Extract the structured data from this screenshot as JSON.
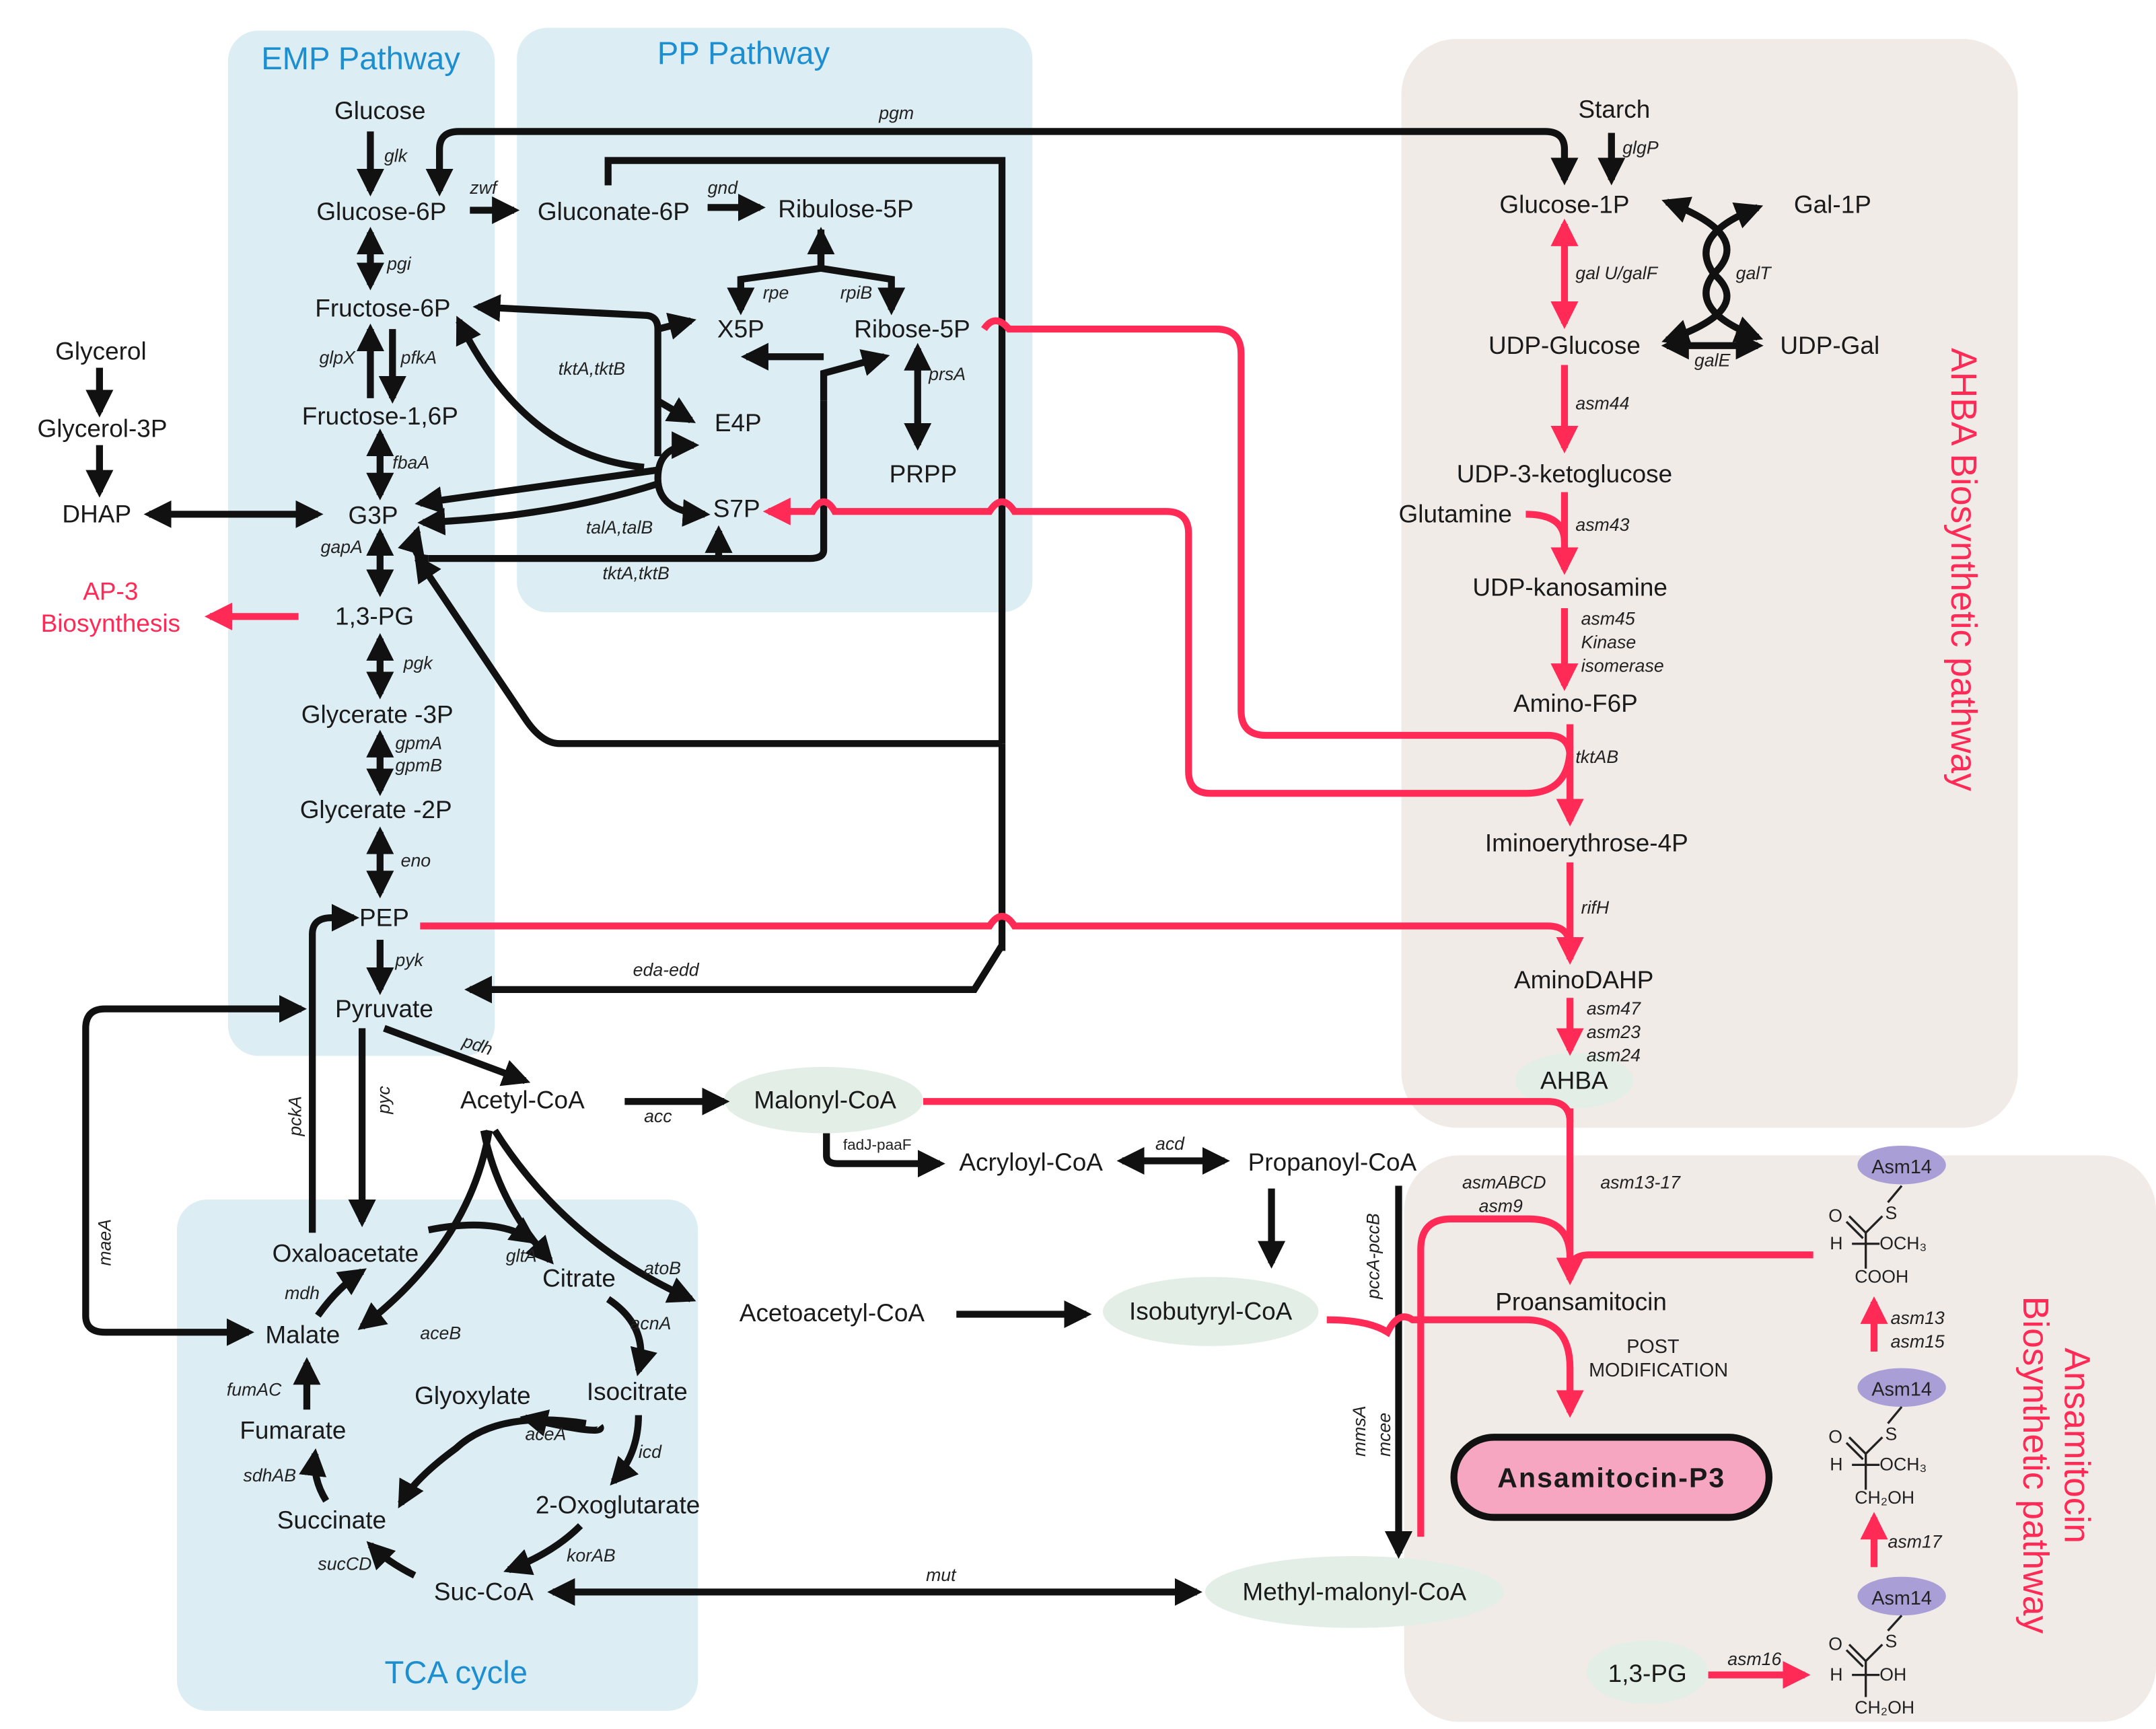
{
  "colors": {
    "blue_panel": "#dcedf3",
    "beige_panel": "#f1ebe8",
    "red": "#ff2a55",
    "green_pill": "#e3efe6",
    "purple_pill": "#a99fd6",
    "product_fill": "#f6a6c0"
  },
  "panels": {
    "emp": "EMP Pathway",
    "pp": "PP  Pathway",
    "tca": "TCA cycle",
    "ahba": "AHBA Biosynthetic pathway",
    "ansa_1": "Ansamitocin",
    "ansa_2": "Biosynthetic pathway"
  },
  "nodes": {
    "glucose": "Glucose",
    "glucose6p": "Glucose-6P",
    "gluconate6p": "Gluconate-6P",
    "ribulose5p": "Ribulose-5P",
    "fructose6p": "Fructose-6P",
    "x5p": "X5P",
    "ribose5p": "Ribose-5P",
    "glycerol": "Glycerol",
    "glycerol3p": "Glycerol-3P",
    "fructose16p": "Fructose-1,6P",
    "e4p": "E4P",
    "prpp": "PRPP",
    "dhap": "DHAP",
    "g3p": "G3P",
    "s7p": "S7P",
    "ap3_1": "AP-3",
    "ap3_2": "Biosynthesis",
    "pg13": "1,3-PG",
    "glycerate3p": "Glycerate -3P",
    "glycerate2p": "Glycerate -2P",
    "pep": "PEP",
    "pyruvate": "Pyruvate",
    "acetylcoa": "Acetyl-CoA",
    "malonylcoa": "Malonyl-CoA",
    "acryloylcoa": "Acryloyl-CoA",
    "propanoylcoa": "Propanoyl-CoA",
    "oxaloacetate": "Oxaloacetate",
    "citrate": "Citrate",
    "malate": "Malate",
    "glyoxylate": "Glyoxylate",
    "isocitrate": "Isocitrate",
    "fumarate": "Fumarate",
    "oxoglutarate": "2-Oxoglutarate",
    "succinate": "Succinate",
    "succoa": "Suc-CoA",
    "acetoacetylcoa": "Acetoacetyl-CoA",
    "isobutyrylcoa": "Isobutyryl-CoA",
    "methylmalonylcoa": "Methyl-malonyl-CoA",
    "starch": "Starch",
    "glucose1p": "Glucose-1P",
    "gal1p": "Gal-1P",
    "udpglucose": "UDP-Glucose",
    "udpgal": "UDP-Gal",
    "udp3keto": "UDP-3-ketoglucose",
    "glutamine": "Glutamine",
    "udpkanosamine": "UDP-kanosamine",
    "aminof6p": "Amino-F6P",
    "iminoerythrose": "Iminoerythrose-4P",
    "aminodahp": "AminoDAHP",
    "ahba": "AHBA",
    "proansamitocin": "Proansamitocin",
    "post_1": "POST",
    "post_2": "MODIFICATION",
    "product": "Ansamitocin-P3",
    "pg13b": "1,3-PG"
  },
  "enzymes": {
    "glk": "glk",
    "zwf": "zwf",
    "gnd": "gnd",
    "pgm": "pgm",
    "pgi": "pgi",
    "rpe": "rpe",
    "rpib": "rpiB",
    "glpx": "glpX",
    "pfka": "pfkA",
    "tkt1": "tktA,tktB",
    "prsa": "prsA",
    "fbaa": "fbaA",
    "tala": "talA,talB",
    "gapa": "gapA",
    "tkt2": "tktA,tktB",
    "pgk": "pgk",
    "gpma": "gpmA",
    "gpmb": "gpmB",
    "eno": "eno",
    "pyk": "pyk",
    "edaedd": "eda-edd",
    "pdh": "pdh",
    "pyc": "pyc",
    "pcka": "pckA",
    "acc": "acc",
    "fadj": "fadJ-paaF",
    "acd": "acd",
    "maea": "maeA",
    "glta": "gltA",
    "atob": "atoB",
    "mdh": "mdh",
    "aceb": "aceB",
    "acna": "acnA",
    "fumac": "fumAC",
    "acea": "aceA",
    "icd": "icd",
    "sdhab": "sdhAB",
    "succd": "sucCD",
    "korab": "korAB",
    "mut": "mut",
    "pccab": "pccA-pccB",
    "mmsa": "mmsA",
    "mcee": "mcee",
    "glgp": "glgP",
    "galu": "gal U/galF",
    "galt": "galT",
    "gale": "galE",
    "asm44": "asm44",
    "asm43": "asm43",
    "asm45": "asm45",
    "kinase": "Kinase",
    "isomerase": "isomerase",
    "tktab": "tktAB",
    "rifh": "rifH",
    "asm47": "asm47",
    "asm23": "asm23",
    "asm24": "asm24",
    "asmabcd": "asmABCD",
    "asm9": "asm9",
    "asm1317": "asm13-17",
    "asm13": "asm13",
    "asm15": "asm15",
    "asm17": "asm17",
    "asm16": "asm16"
  },
  "chem": {
    "asm14": "Asm14",
    "s": "S",
    "o": "O",
    "h": "H",
    "och3": "OCH₃",
    "och3b": "OCH₃",
    "cooh": "COOH",
    "ch2oh": "CH₂OH",
    "oh": "OH"
  }
}
